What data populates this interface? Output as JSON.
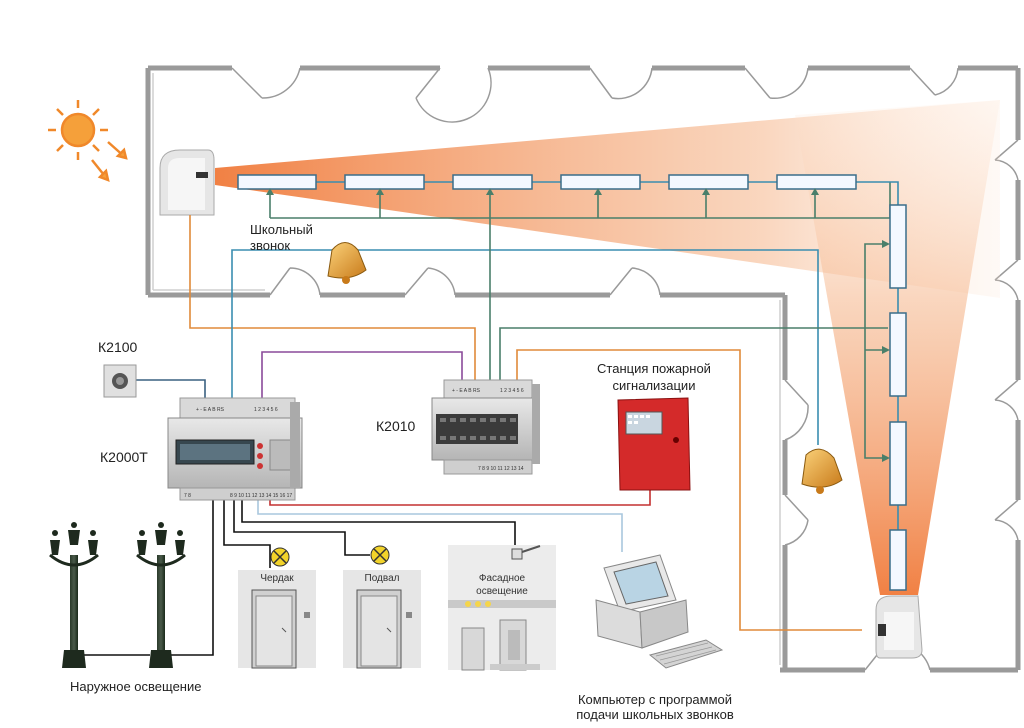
{
  "labels": {
    "school_bell": "Школьный звонок",
    "k2100": "К2100",
    "k2000t": "К2000Т",
    "k2010": "К2010",
    "fire_station": "Станция пожарной сигнализации",
    "attic": "Чердак",
    "basement": "Подвал",
    "facade": "Фасадное освещение",
    "outdoor": "Наружное освещение",
    "computer": "Компьютер с программой подачи школьных звонков"
  },
  "device_text": {
    "k2000t_left_pins": "+ - E A B RS",
    "k2000t_right_pins": "1 2 3 4 5 6",
    "k2000t_bottom_pins": "8 9 10 11 12 13 14 15 16 17",
    "k2000t_bottom_left": "7 8",
    "k2010_left_pins": "+ - E A B RS",
    "k2010_right_pins": "1 2 3 4 5 6",
    "k2010_bottom_pins": "7 8 9 10 11 12 13 14"
  },
  "colors": {
    "light_beam": "#f08a4b",
    "wire_orange": "#e08a3a",
    "wire_teal": "#3a8db0",
    "wire_green": "#4a7f6a",
    "wire_purple": "#8a4a9a",
    "wire_red": "#c43030",
    "wire_black": "#111111",
    "fire_panel": "#d42a2a",
    "lamp_yellow": "#f2d32a",
    "bell_gold": "#e0a030"
  }
}
